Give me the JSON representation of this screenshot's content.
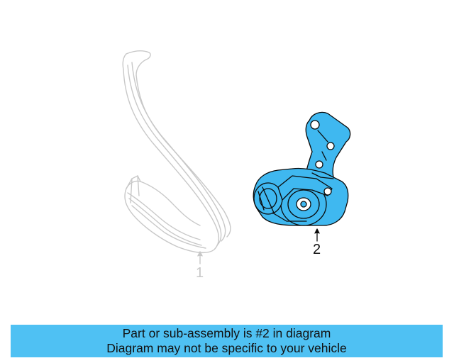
{
  "diagram": {
    "callouts": [
      {
        "label": "1"
      },
      {
        "label": "2"
      }
    ],
    "highlight_color": "#3fb8f0",
    "ghost_color": "#c8c8c8"
  },
  "banner": {
    "line1": "Part or sub-assembly is #2 in diagram",
    "line2": "Diagram may not be specific to your vehicle",
    "color": "#4fc1f3"
  }
}
